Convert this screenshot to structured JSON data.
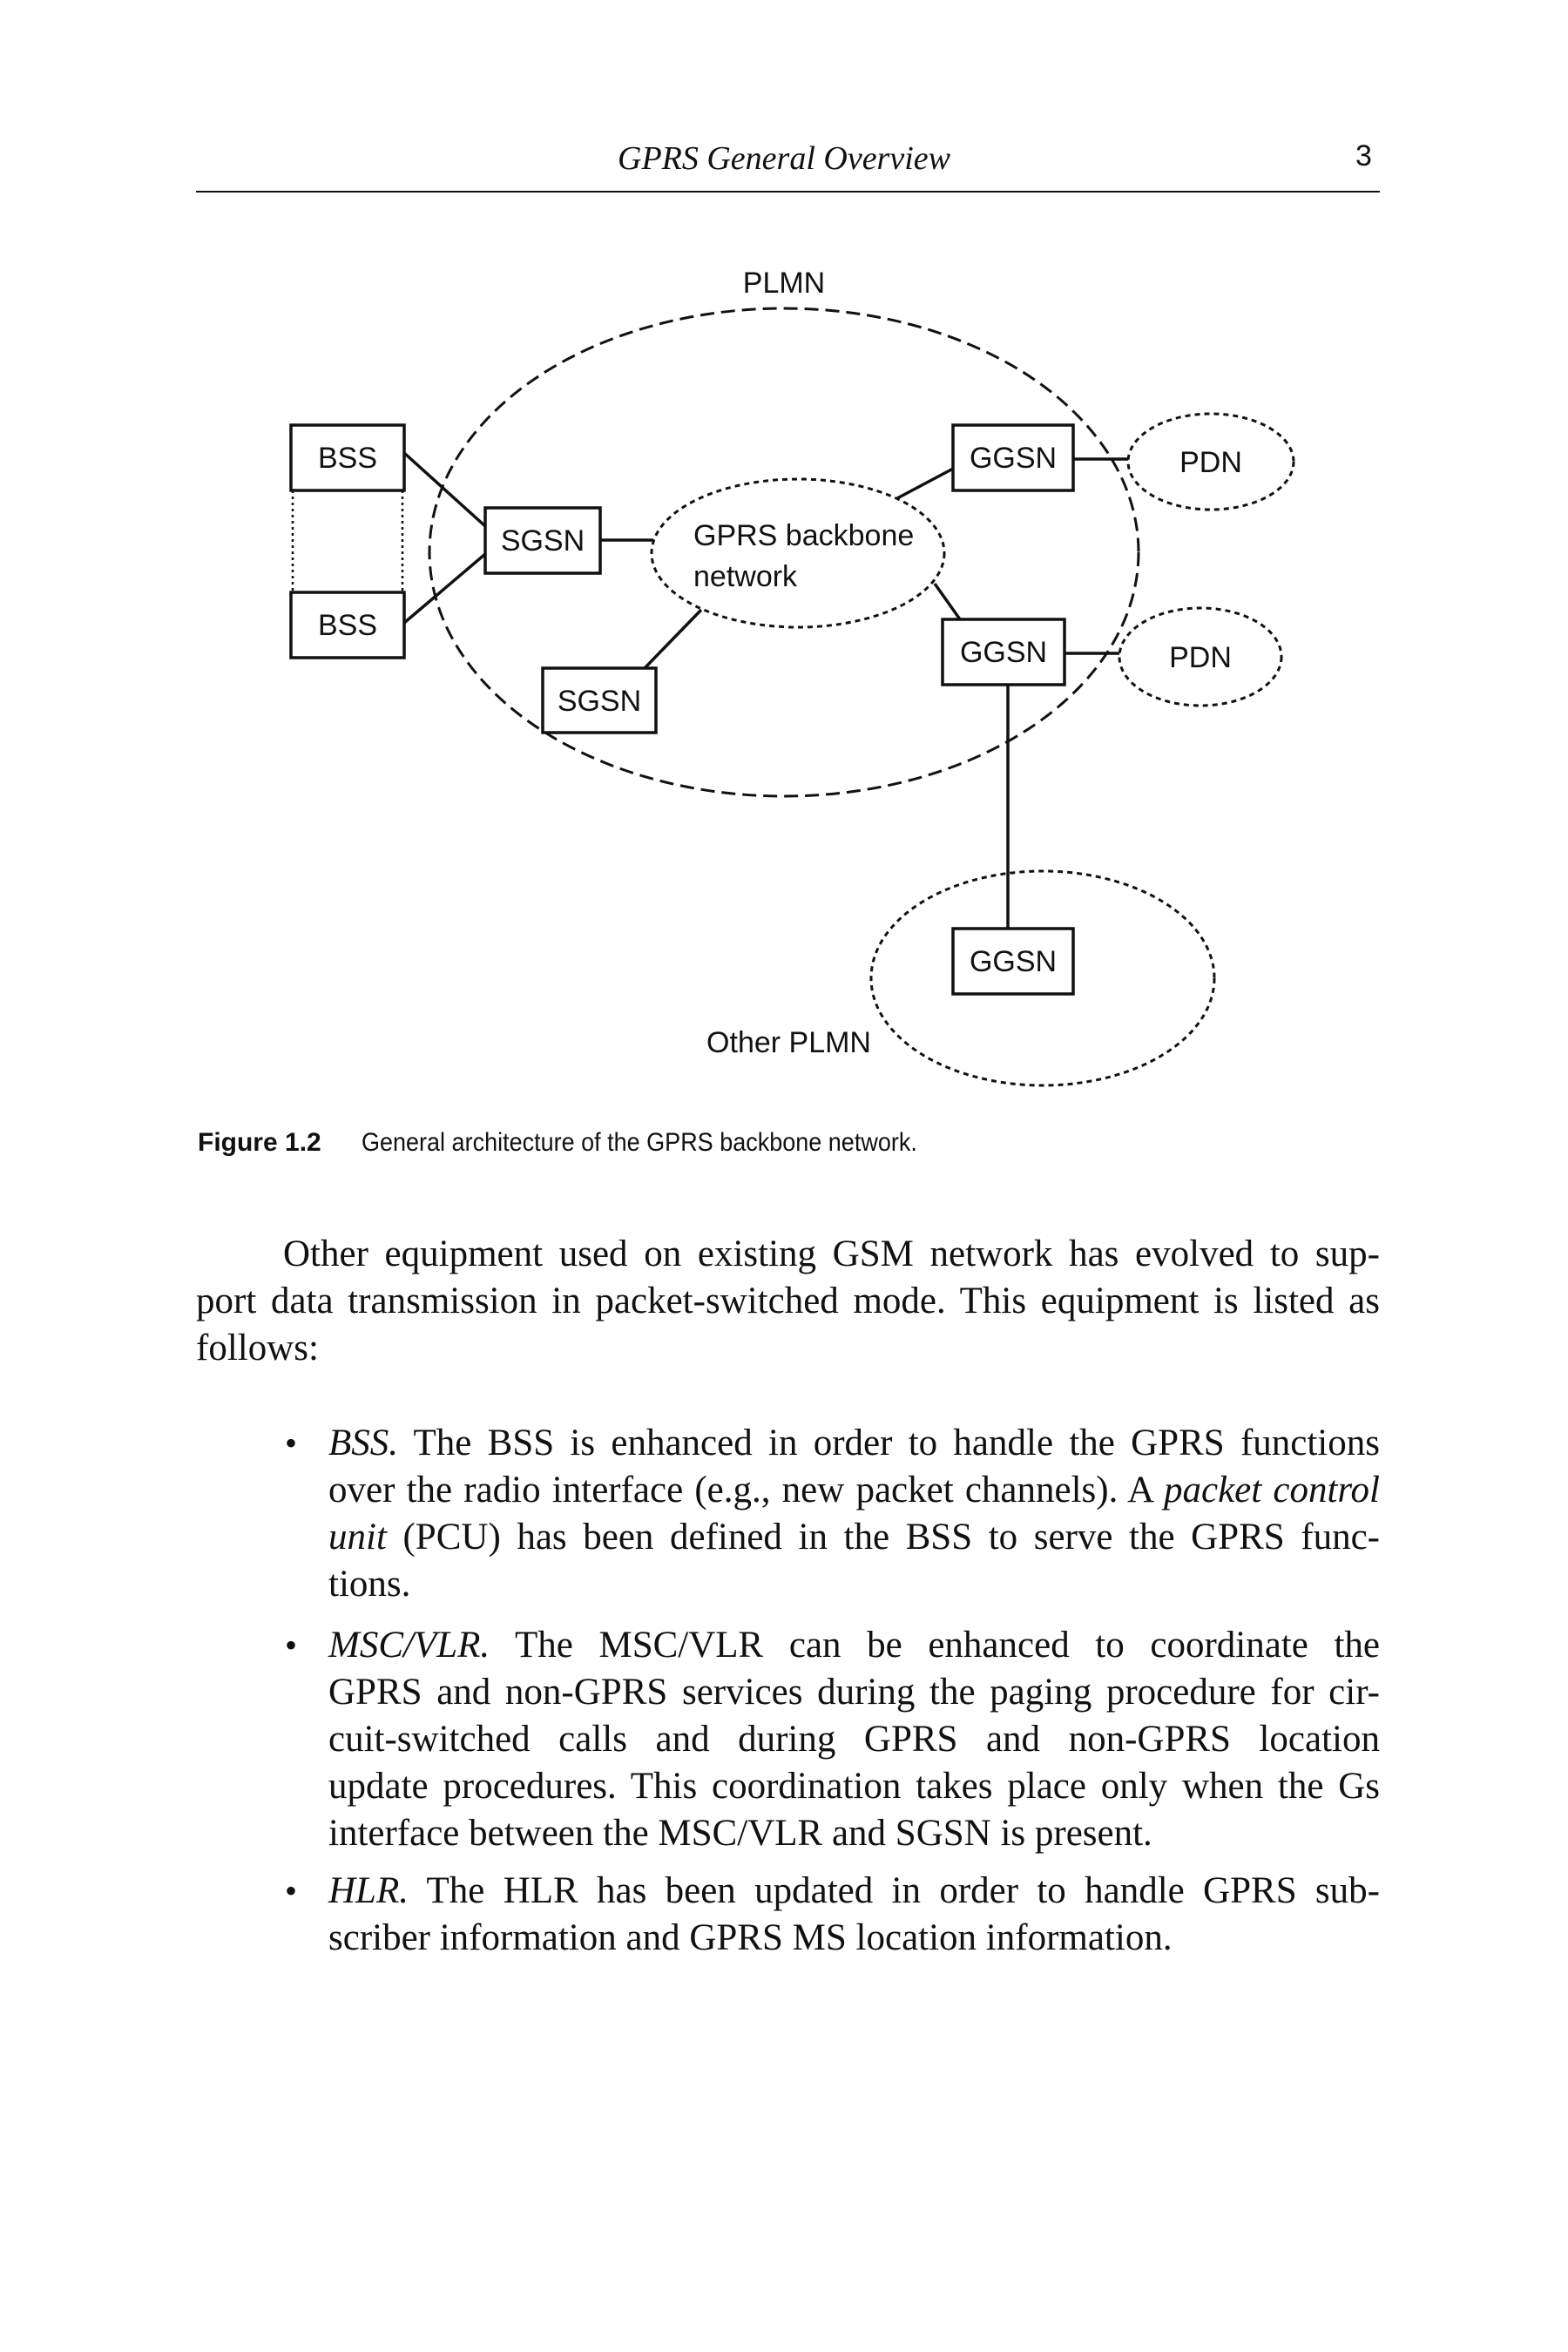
{
  "header": {
    "title": "GPRS General Overview",
    "page_number": "3"
  },
  "figure": {
    "labels": {
      "plmn": "PLMN",
      "other_plmn": "Other PLMN",
      "bss_1": "BSS",
      "bss_2": "BSS",
      "sgsn_1": "SGSN",
      "sgsn_2": "SGSN",
      "ggsn_1": "GGSN",
      "ggsn_2": "GGSN",
      "ggsn_3": "GGSN",
      "pdn_1": "PDN",
      "pdn_2": "PDN",
      "backbone_line1": "GPRS backbone",
      "backbone_line2": "network"
    },
    "caption_label": "Figure 1.2",
    "caption_text": "General architecture of the GPRS backbone network."
  },
  "body": {
    "paragraph": [
      [
        {
          "t": "Other equipment used on existing GSM network has evolved to sup-"
        }
      ],
      [
        {
          "t": "port data transmission in packet-switched mode. This equipment is listed as"
        }
      ],
      [
        {
          "t": "follows:"
        }
      ]
    ],
    "items": [
      [
        [
          {
            "t": "BSS.",
            "i": true
          },
          {
            "t": " The BSS is enhanced in order to handle the GPRS functions"
          }
        ],
        [
          {
            "t": "over the radio interface (e.g., new packet channels). A "
          },
          {
            "t": "packet control",
            "i": true
          }
        ],
        [
          {
            "t": "unit",
            "i": true
          },
          {
            "t": " (PCU) has been defined in the BSS to serve the GPRS func-"
          }
        ],
        [
          {
            "t": "tions."
          }
        ]
      ],
      [
        [
          {
            "t": "MSC/VLR.",
            "i": true
          },
          {
            "t": " The MSC/VLR can be enhanced to coordinate the"
          }
        ],
        [
          {
            "t": "GPRS and non-GPRS services during the paging procedure for cir-"
          }
        ],
        [
          {
            "t": "cuit-switched calls and during GPRS and non-GPRS location"
          }
        ],
        [
          {
            "t": "update procedures. This coordination takes place only when the Gs"
          }
        ],
        [
          {
            "t": "interface between the MSC/VLR and SGSN is present."
          }
        ]
      ],
      [
        [
          {
            "t": "HLR.",
            "i": true
          },
          {
            "t": " The HLR has been updated in order to handle GPRS sub-"
          }
        ],
        [
          {
            "t": "scriber information and GPRS MS location information."
          }
        ]
      ]
    ],
    "bullet": "•"
  }
}
